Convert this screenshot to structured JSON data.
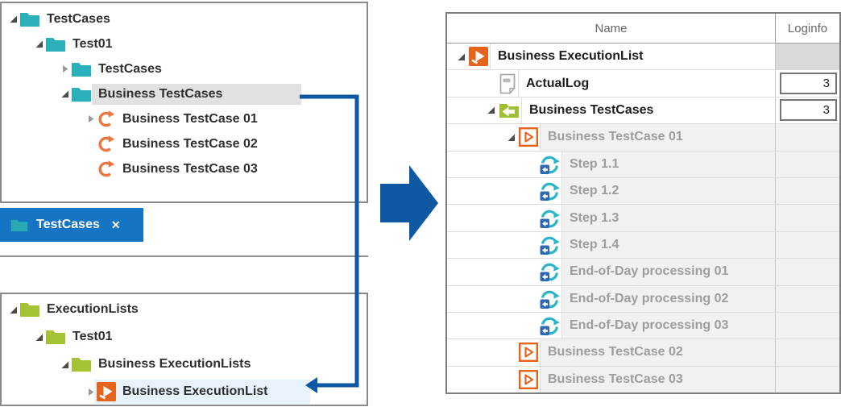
{
  "colors": {
    "teal_folder": "#2ab0ba",
    "olive_folder": "#a4c235",
    "orange_accent": "#e4641e",
    "tab_blue": "#1674c5",
    "connector_blue": "#0d57a3",
    "selection_gray": "#e1e1e1",
    "selection_blue": "#e7f2fc",
    "row_gray": "#f1f1f1",
    "loginfo_gray": "#d9d9d9",
    "step_teal": "#2ab5c9",
    "step_blue": "#2b6ab3",
    "green_arrow_folder": "#a0c033"
  },
  "left_top_panel": {
    "items": [
      {
        "label": "TestCases",
        "depth": 0,
        "icon": "folder-teal",
        "expander": "expanded"
      },
      {
        "label": "Test01",
        "depth": 1,
        "icon": "folder-teal",
        "expander": "expanded"
      },
      {
        "label": "TestCases",
        "depth": 2,
        "icon": "folder-teal",
        "expander": "collapsed"
      },
      {
        "label": "Business TestCases",
        "depth": 2,
        "icon": "folder-teal",
        "expander": "expanded",
        "selected": true
      },
      {
        "label": "Business TestCase 01",
        "depth": 3,
        "icon": "testcase-orange",
        "expander": "collapsed"
      },
      {
        "label": "Business TestCase 02",
        "depth": 3,
        "icon": "testcase-orange",
        "expander": "none"
      },
      {
        "label": "Business TestCase 03",
        "depth": 3,
        "icon": "testcase-orange",
        "expander": "none"
      }
    ]
  },
  "tab": {
    "label": "TestCases",
    "close_glyph": "✕",
    "icon": "folder-tab"
  },
  "left_bottom_panel": {
    "items": [
      {
        "label": "ExecutionLists",
        "depth": 0,
        "icon": "folder-olive",
        "expander": "expanded"
      },
      {
        "label": "Test01",
        "depth": 1,
        "icon": "folder-olive",
        "expander": "expanded"
      },
      {
        "label": "Business ExecutionLists",
        "depth": 2,
        "icon": "folder-olive",
        "expander": "expanded"
      },
      {
        "label": "Business ExecutionList",
        "depth": 3,
        "icon": "execlist-orange",
        "expander": "collapsed",
        "selected": true
      }
    ]
  },
  "right_table": {
    "columns": [
      {
        "label": "Name"
      },
      {
        "label": "Loginfo"
      }
    ],
    "rows": [
      {
        "name": "Business ExecutionList",
        "depth": 0,
        "icon": "execlist-orange",
        "expander": "expanded",
        "text": "dark",
        "loginfo": {
          "style": "gray",
          "value": ""
        }
      },
      {
        "name": "ActualLog",
        "depth": 1,
        "icon": "log-page",
        "expander": "none",
        "text": "dark",
        "loginfo": {
          "style": "box",
          "value": "3"
        }
      },
      {
        "name": "Business TestCases",
        "depth": 1,
        "icon": "folder-green-arrow",
        "expander": "expanded",
        "text": "dark",
        "loginfo": {
          "style": "box",
          "value": "3"
        }
      },
      {
        "name": "Business TestCase 01",
        "depth": 2,
        "icon": "testcase-outline",
        "expander": "expanded",
        "text": "gray",
        "loginfo": {
          "style": "plain",
          "value": ""
        }
      },
      {
        "name": "Step 1.1",
        "depth": 3,
        "icon": "step-recurrence",
        "expander": "none",
        "text": "gray",
        "loginfo": {
          "style": "plain",
          "value": ""
        }
      },
      {
        "name": "Step 1.2",
        "depth": 3,
        "icon": "step-recurrence",
        "expander": "none",
        "text": "gray",
        "loginfo": {
          "style": "plain",
          "value": ""
        }
      },
      {
        "name": "Step 1.3",
        "depth": 3,
        "icon": "step-recurrence",
        "expander": "none",
        "text": "gray",
        "loginfo": {
          "style": "plain",
          "value": ""
        }
      },
      {
        "name": "Step 1.4",
        "depth": 3,
        "icon": "step-recurrence",
        "expander": "none",
        "text": "gray",
        "loginfo": {
          "style": "plain",
          "value": ""
        }
      },
      {
        "name": "End-of-Day processing 01",
        "depth": 3,
        "icon": "step-recurrence",
        "expander": "none",
        "text": "gray",
        "loginfo": {
          "style": "plain",
          "value": ""
        }
      },
      {
        "name": "End-of-Day processing 02",
        "depth": 3,
        "icon": "step-recurrence",
        "expander": "none",
        "text": "gray",
        "loginfo": {
          "style": "plain",
          "value": ""
        }
      },
      {
        "name": "End-of-Day processing 03",
        "depth": 3,
        "icon": "step-recurrence",
        "expander": "none",
        "text": "gray",
        "loginfo": {
          "style": "plain",
          "value": ""
        }
      },
      {
        "name": "Business TestCase 02",
        "depth": 2,
        "icon": "testcase-outline",
        "expander": "none",
        "text": "gray",
        "loginfo": {
          "style": "plain",
          "value": ""
        }
      },
      {
        "name": "Business TestCase 03",
        "depth": 2,
        "icon": "testcase-outline",
        "expander": "none",
        "text": "gray",
        "loginfo": {
          "style": "plain",
          "value": ""
        }
      }
    ]
  }
}
